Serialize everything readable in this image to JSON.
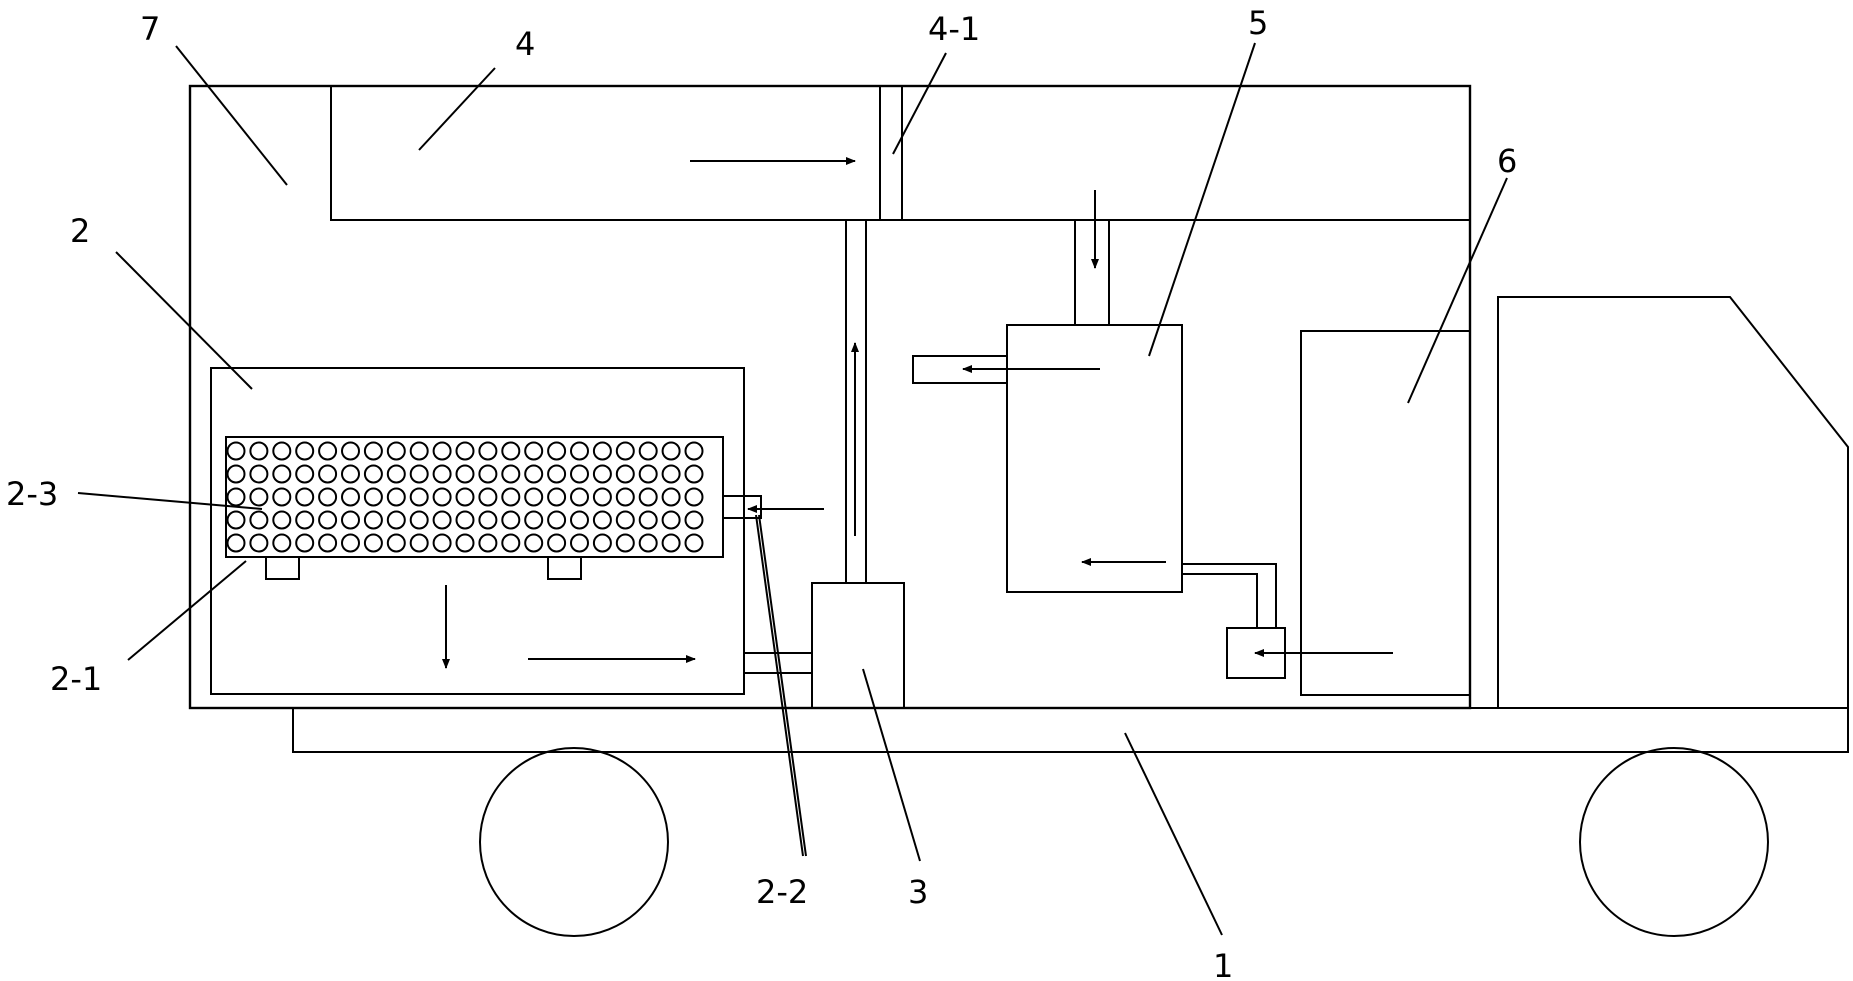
{
  "diagram": {
    "labels": {
      "l1": "1",
      "l2": "2",
      "l2_1": "2-1",
      "l2_2": "2-2",
      "l2_3": "2-3",
      "l3": "3",
      "l4": "4",
      "l4_1": "4-1",
      "l5": "5",
      "l6": "6",
      "l7": "7"
    },
    "perforated_plate": {
      "rows": 5,
      "cols": 21
    }
  }
}
